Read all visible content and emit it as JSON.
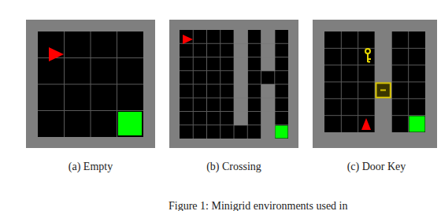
{
  "diagram": {
    "caption": "Figure 1: Minigrid environments used in",
    "labels": [
      "(a) Empty",
      "(b) Crossing",
      "(c) Door Key"
    ]
  }
}
